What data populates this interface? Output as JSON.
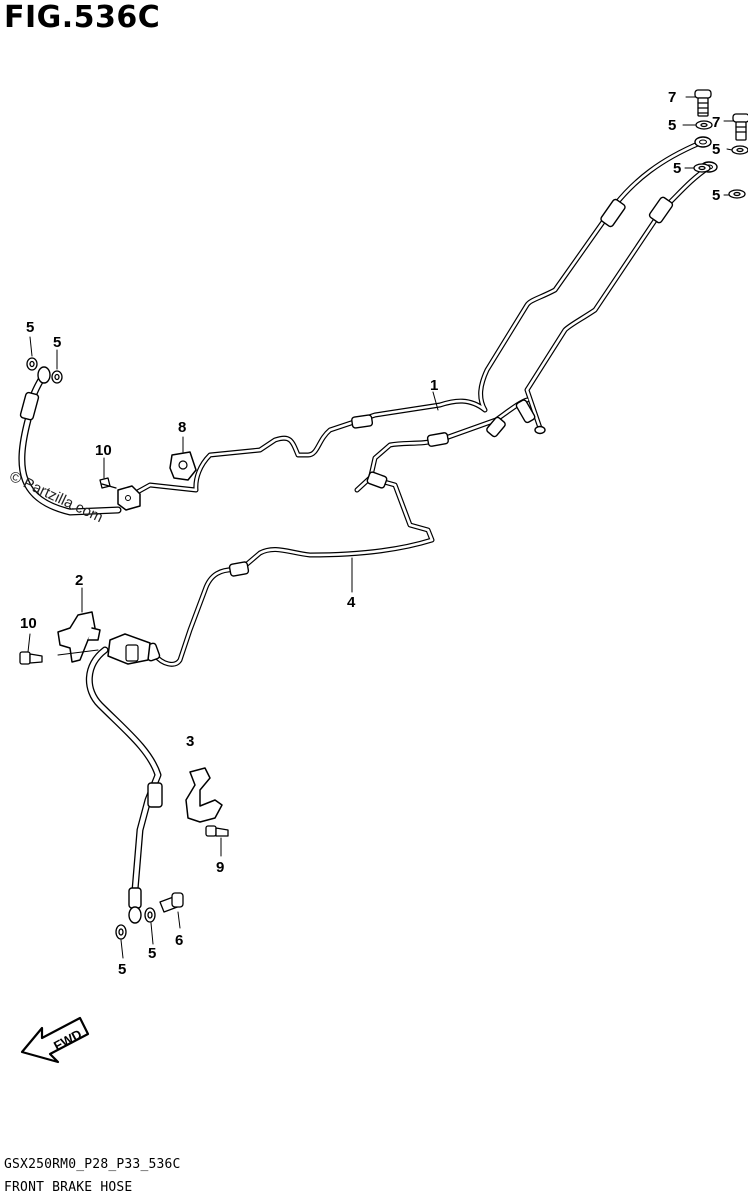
{
  "header": {
    "figure_title": "FIG.536C"
  },
  "footer": {
    "code": "GSX250RM0_P28_P33_536C",
    "description": "FRONT BRAKE HOSE"
  },
  "watermark": {
    "text": "© Partzilla.com"
  },
  "fwd_arrow": {
    "label": "FWD"
  },
  "callouts": [
    {
      "label": "1"
    },
    {
      "label": "2"
    },
    {
      "label": "3"
    },
    {
      "label": "4"
    },
    {
      "label": "5"
    },
    {
      "label": "5"
    },
    {
      "label": "5"
    },
    {
      "label": "5"
    },
    {
      "label": "5"
    },
    {
      "label": "5"
    },
    {
      "label": "5"
    },
    {
      "label": "5"
    },
    {
      "label": "6"
    },
    {
      "label": "7"
    },
    {
      "label": "7"
    },
    {
      "label": "8"
    },
    {
      "label": "9"
    },
    {
      "label": "10"
    },
    {
      "label": "10"
    }
  ],
  "colors": {
    "line": "#000000",
    "background": "#ffffff"
  }
}
